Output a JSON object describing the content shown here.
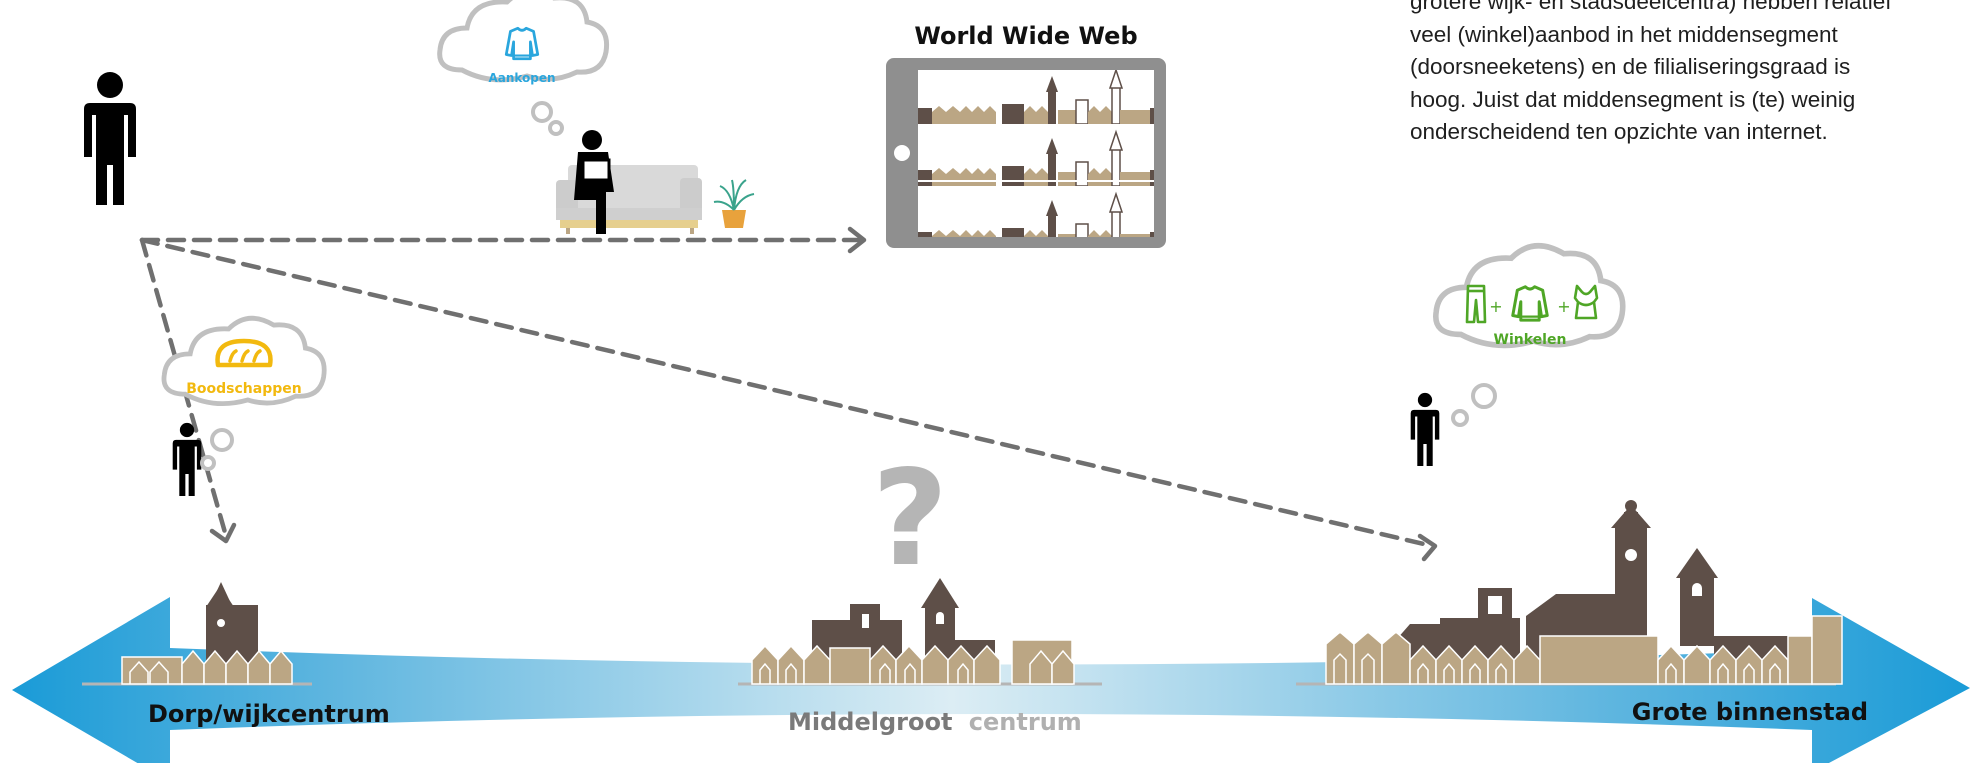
{
  "colors": {
    "arrow_blue": "#1a9bd7",
    "arrow_light": "#bfdce9",
    "dark_brown": "#5e4f48",
    "tan": "#bba684",
    "grey": "#c0c0c0",
    "tablet": "#8f8f8f",
    "groceries": "#f2b90f",
    "shopping": "#4fa626",
    "online": "#2aa6dd"
  },
  "intro_text": "grotere wijk- en stadsdeelcentra) hebben relatief\nveel (winkel)aanbod in het middensegment\n(doorsneeketens) en de filialiseringsgraad is\nhoog. Juist dat middensegment is (te) weinig\nonderscheidend ten opzichte van internet.",
  "web": {
    "title": "World Wide Web"
  },
  "clouds": {
    "online": {
      "label": "Aankopen",
      "icon": "sweater-icon"
    },
    "groceries": {
      "label": "Boodschappen",
      "icon": "bread-icon"
    },
    "shopping": {
      "label": "Winkelen",
      "plus": "+",
      "icons": [
        "trousers-icon",
        "sweater-icon",
        "top-icon"
      ]
    }
  },
  "question_mark": "?",
  "axis": {
    "left": "Dorp/wijkcentrum",
    "middle_bold": "Middelgroot",
    "middle_light": "centrum",
    "right": "Grote binnenstad"
  }
}
